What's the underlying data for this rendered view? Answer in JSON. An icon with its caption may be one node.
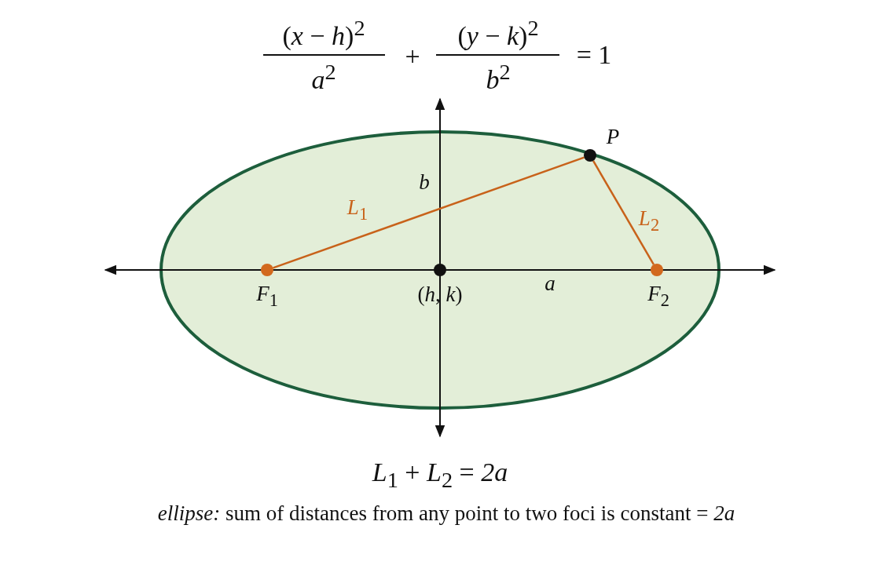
{
  "diagram": {
    "nodes": [
      {
        "text": [],
        "shape": "circle",
        "beside": [
          "*P*"
        ]
      },
      {
        "text": [],
        "shape": "circle",
        "beside": [
          "*F*$_{1}$"
        ]
      },
      {
        "text": [],
        "shape": "circle",
        "beside": [
          "(*h*, *k*)"
        ]
      },
      {
        "text": [],
        "shape": "circle",
        "beside": [
          "*F*$_{2}$"
        ]
      }
    ],
    "edges": [
      {
        "from": 1,
        "to": 0,
        "arrow": "none",
        "label": "*L*$_{1}$"
      },
      {
        "from": 3,
        "to": 0,
        "arrow": "none",
        "label": "*L*$_{2}$"
      }
    ],
    "labels": [
      "(*x* − *h*)$^{2}$",
      "*a*$^{2}$",
      "+",
      "(*y* − *k*)$^{2}$",
      "*b*$^{2}$",
      "= 1",
      "b",
      "a",
      "*L*$_{1}$ + *L*$_{2}$ = *2a*"
    ],
    "caption": "*ellipse:* sum of distances from any point to two foci is constant = *2a*"
  }
}
